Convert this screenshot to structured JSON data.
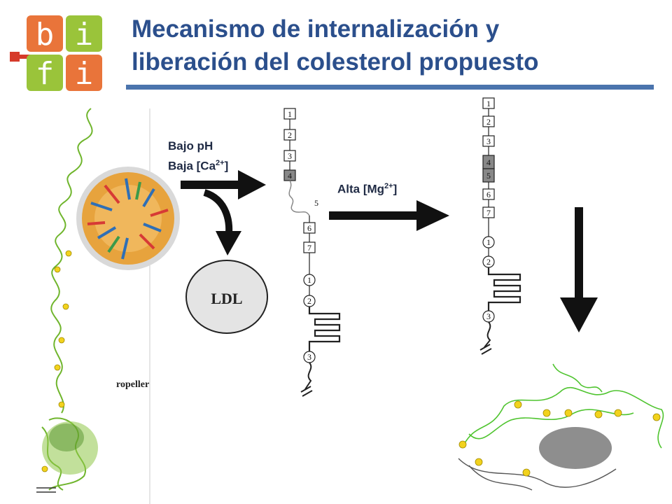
{
  "title": {
    "line1": "Mecanismo de internalización y",
    "line2": "liberación del colesterol propuesto"
  },
  "logo": {
    "letters": [
      "b",
      "i",
      "f",
      "i"
    ],
    "colors": {
      "orange": "#e9743a",
      "green": "#9ac43a",
      "red": "#d63a2a"
    }
  },
  "labels": {
    "low_ph": "Bajo pH",
    "low_ca_prefix": "Baja [Ca",
    "low_ca_sup": "2+",
    "low_ca_suffix": "]",
    "high_mg_prefix": "Alta [Mg",
    "high_mg_sup": "2+",
    "high_mg_suffix": "]",
    "ldl": "LDL",
    "propeller_fragment": "ropeller"
  },
  "chain_a": {
    "boxes": [
      "1",
      "2",
      "3",
      "4"
    ],
    "loose": "5",
    "boxes2": [
      "6",
      "7"
    ],
    "circles": [
      "1",
      "2",
      "3"
    ]
  },
  "chain_b": {
    "boxes": [
      "1",
      "2",
      "3",
      "4",
      "5",
      "6",
      "7"
    ],
    "circles": [
      "1",
      "2",
      "3"
    ]
  }
}
